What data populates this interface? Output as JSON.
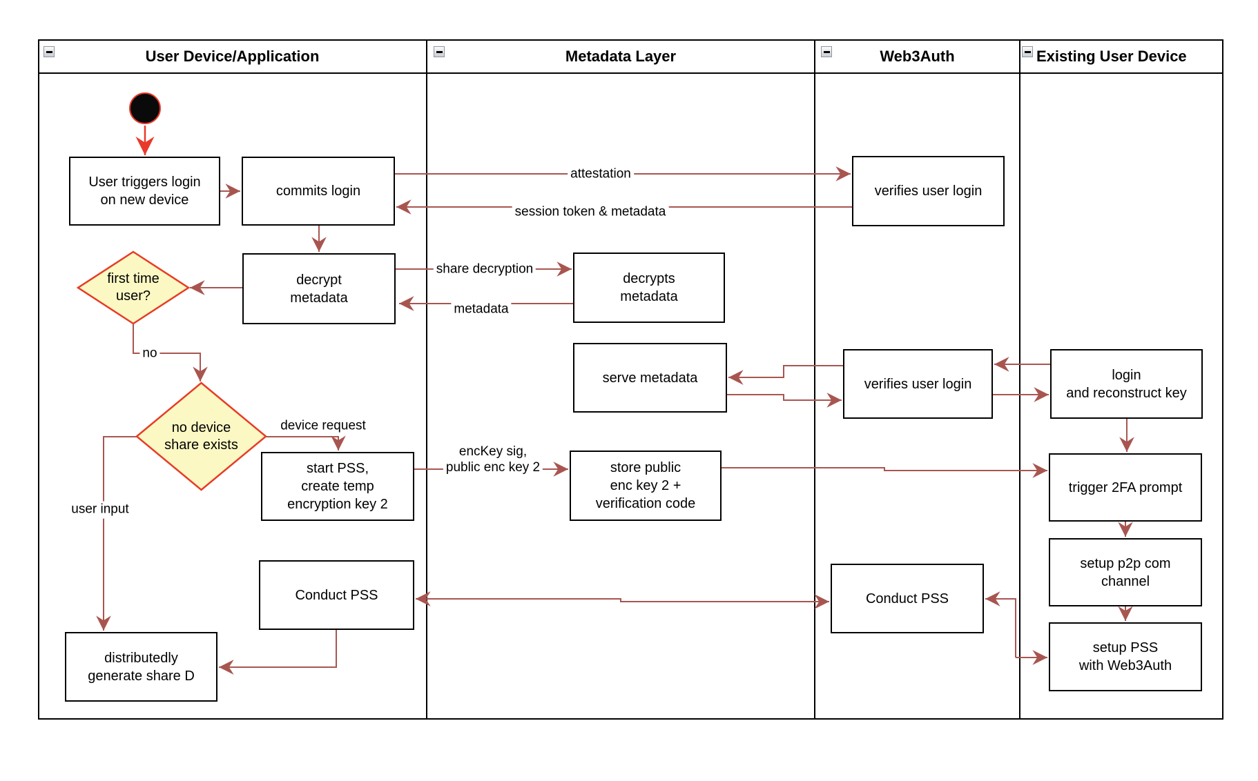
{
  "colors": {
    "arrow": "#a85550",
    "accent_red": "#e8392a",
    "diamond_fill": "#fbf8c4",
    "diamond_border": "#e73c25",
    "node_border": "#000000",
    "node_bg": "#ffffff",
    "lane_line": "#000000",
    "text": "#000000"
  },
  "lanes": [
    {
      "title": "User Device/Application"
    },
    {
      "title": "Metadata Layer"
    },
    {
      "title": "Web3Auth"
    },
    {
      "title": "Existing User Device"
    }
  ],
  "nodes": {
    "user_triggers_login": {
      "label": "User triggers login\non new device"
    },
    "commits_login": {
      "label": "commits login"
    },
    "verifies_user_login_1": {
      "label": "verifies user login"
    },
    "decrypt_metadata": {
      "label": "decrypt\nmetadata"
    },
    "decrypts_metadata": {
      "label": "decrypts\nmetadata"
    },
    "first_time_user": {
      "label": "first time\nuser?"
    },
    "serve_metadata": {
      "label": "serve metadata"
    },
    "verifies_user_login_2": {
      "label": "verifies user login"
    },
    "login_and_reconstruct_key": {
      "label": "login\nand reconstruct key"
    },
    "no_device_share_exists": {
      "label": "no device\nshare exists"
    },
    "start_pss": {
      "label": "start PSS,\ncreate temp\nencryption key 2"
    },
    "store_public_enc_key": {
      "label": "store public\nenc key 2 +\nverification code"
    },
    "trigger_2fa_prompt": {
      "label": "trigger 2FA prompt"
    },
    "setup_p2p_channel": {
      "label": "setup p2p com\nchannel"
    },
    "setup_pss_web3auth": {
      "label": "setup PSS\nwith Web3Auth"
    },
    "conduct_pss_device": {
      "label": "Conduct PSS"
    },
    "conduct_pss_web3auth": {
      "label": "Conduct PSS"
    },
    "distributedly_generate_share": {
      "label": "distributedly\ngenerate share D"
    }
  },
  "edge_labels": {
    "attestation": "attestation",
    "session_token_metadata": "session token & metadata",
    "share_decryption": "share decryption",
    "metadata": "metadata",
    "no": "no",
    "device_request": "device request",
    "enc_key_sig": "encKey sig,\npublic enc key 2",
    "user_input": "user input"
  }
}
